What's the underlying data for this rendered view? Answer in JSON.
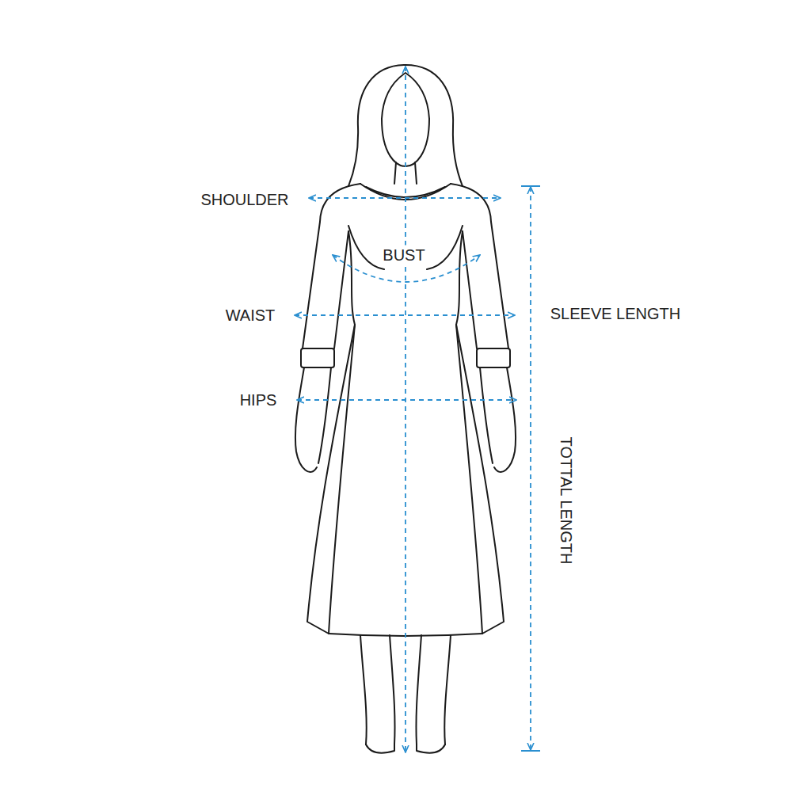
{
  "diagram": {
    "labels": [
      "SHOULDER",
      "BUST",
      "WAIST",
      "HIPS",
      "SLEEVE LENGTH",
      "TOTTAL LENGTH"
    ]
  }
}
